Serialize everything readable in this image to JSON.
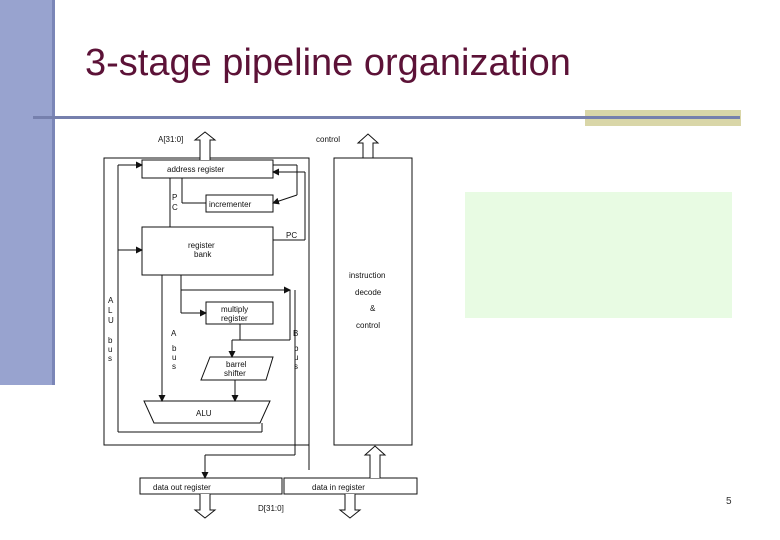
{
  "slide": {
    "title": "3-stage pipeline organization",
    "page_number": "5"
  },
  "diagram": {
    "address_bus_label": "A[31:0]",
    "control_label": "control",
    "address_register": "address register",
    "incrementer": "incrementer",
    "pc_left": "P",
    "pc_left2": "C",
    "pc_right": "PC",
    "register_bank_1": "register",
    "register_bank_2": "bank",
    "multiply_1": "multiply",
    "multiply_2": "register",
    "barrel_1": "barrel",
    "barrel_2": "shifter",
    "alu": "ALU",
    "alu_bus": [
      "A",
      "L",
      "U",
      "",
      "b",
      "u",
      "s"
    ],
    "a_bus": [
      "A",
      "",
      "b",
      "u",
      "s"
    ],
    "b_bus": [
      "B",
      "",
      "b",
      "u",
      "s"
    ],
    "instruction_decode": [
      "instruction",
      "decode",
      "&",
      "control"
    ],
    "data_out_register": "data out register",
    "data_in_register": "data in register",
    "data_bus_label": "D[31:0]"
  }
}
